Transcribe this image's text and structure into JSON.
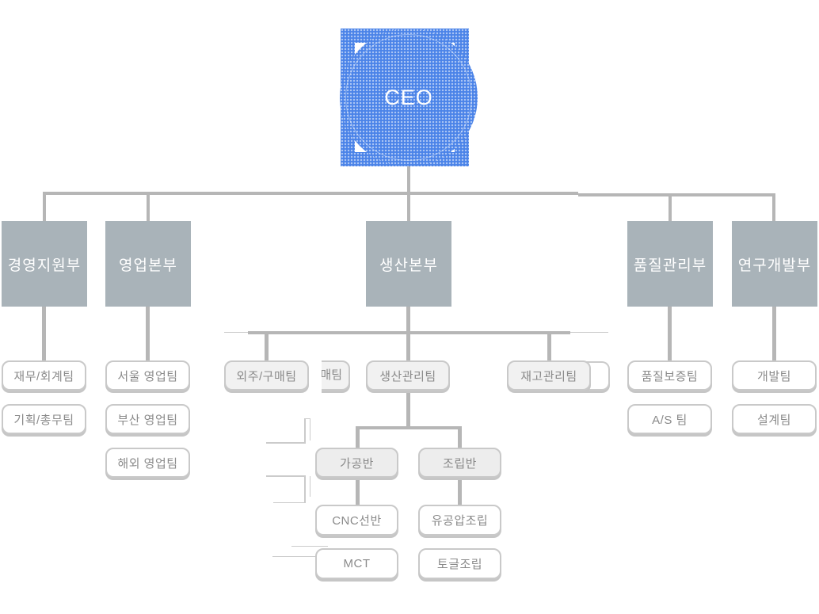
{
  "ceo": {
    "label": "CEO"
  },
  "departments": [
    {
      "label": "경영지원부",
      "teams": [
        "재무/회계팀",
        "기획/총무팀"
      ]
    },
    {
      "label": "영업본부",
      "teams": [
        "서울 영업팀",
        "부산 영업팀",
        "해외 영업팀"
      ]
    },
    {
      "label": "생산본부",
      "teams": [
        "외주/구매팀",
        "생산관리팀",
        "재고관리팀"
      ]
    },
    {
      "label": "품질관리부",
      "teams": [
        "품질보증팀",
        "A/S 팀"
      ]
    },
    {
      "label": "연구개발부",
      "teams": [
        "개발팀",
        "설계팀"
      ]
    }
  ],
  "production": {
    "groups": [
      {
        "label": "가공반",
        "children": [
          "CNC선반",
          "MCT"
        ]
      },
      {
        "label": "조립반",
        "children": [
          "유공압조립",
          "토글조립"
        ]
      }
    ]
  },
  "fragments": {
    "clipped_team_text": "매팀"
  },
  "colors": {
    "accent_blue": "#4a83e8",
    "dept_box_gray": "#a9b3b9",
    "connector_gray": "#b6b6b6",
    "team_border_gray": "#c9c9c9",
    "team_text_gray": "#8a8a8a"
  }
}
